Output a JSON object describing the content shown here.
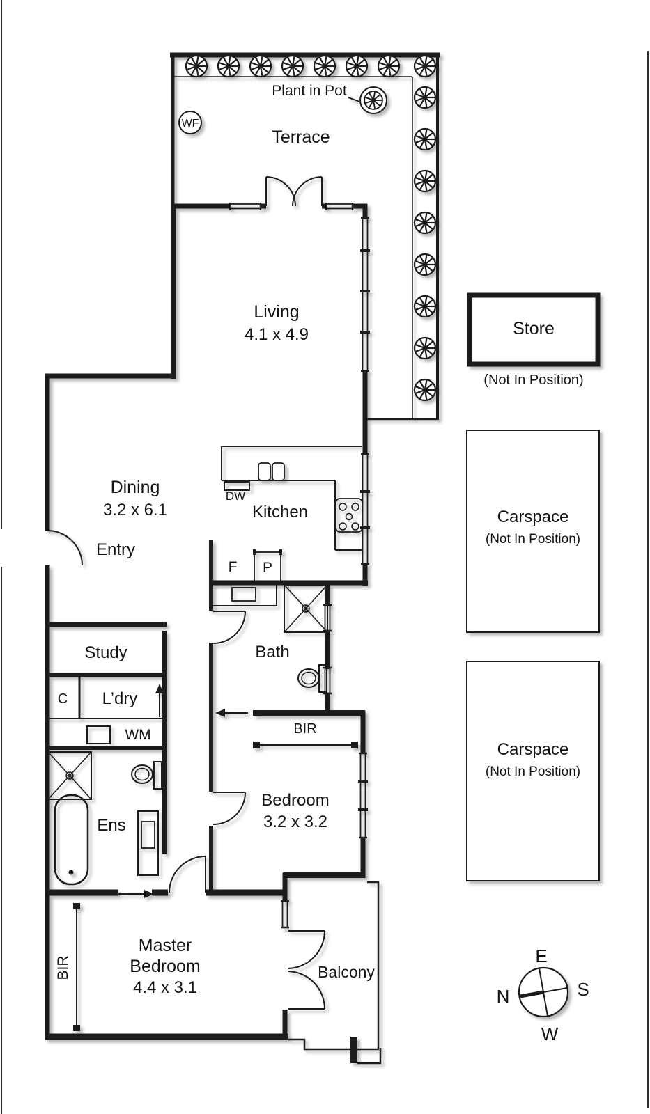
{
  "labels": {
    "terrace": "Terrace",
    "plant_in_pot": "Plant in Pot",
    "wf": "WF",
    "living": "Living",
    "living_dims": "4.1 x 4.9",
    "dining": "Dining",
    "dining_dims": "3.2 x 6.1",
    "entry": "Entry",
    "kitchen": "Kitchen",
    "dw": "DW",
    "fridge": "F",
    "pantry": "P",
    "bath": "Bath",
    "study": "Study",
    "cupboard": "C",
    "laundry": "L’dry",
    "wm": "WM",
    "hall_bir": "BIR",
    "bedroom": "Bedroom",
    "bedroom_dims": "3.2 x 3.2",
    "ens": "Ens",
    "master_bir": "BIR",
    "master_line1": "Master",
    "master_line2": "Bedroom",
    "master_dims": "4.4 x 3.1",
    "balcony": "Balcony",
    "store": "Store",
    "store_note": "(Not In Position)",
    "carspace1": "Carspace",
    "carspace1_note": "(Not In Position)",
    "carspace2": "Carspace",
    "carspace2_note": "(Not In Position)",
    "compass": {
      "n": "N",
      "e": "E",
      "s": "S",
      "w": "W"
    }
  },
  "colors": {
    "wall": "#1b1b1b",
    "background": "#ffffff"
  }
}
